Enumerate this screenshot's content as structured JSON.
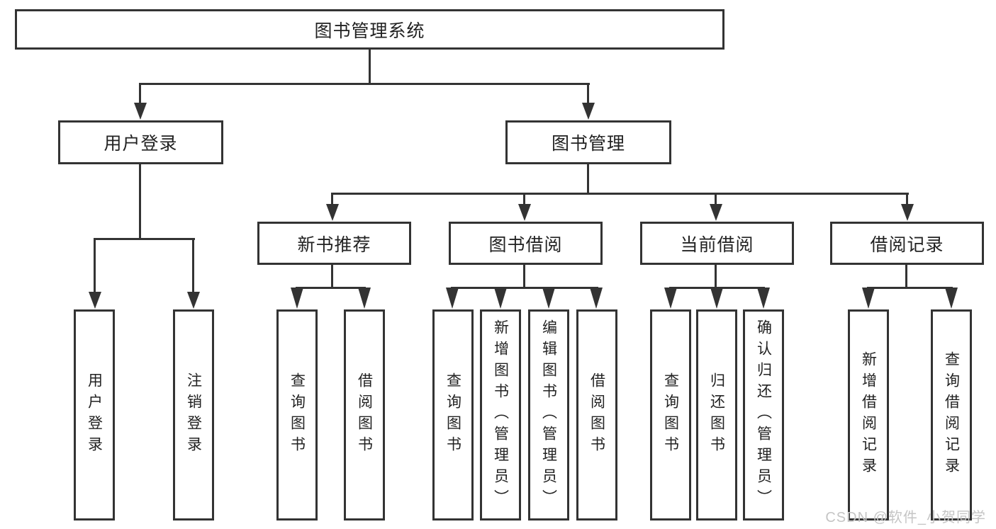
{
  "diagram": {
    "title_hint": "functional structure chart",
    "colors": {
      "line": "#333333",
      "text": "#222222",
      "watermark": "#c5c5c5",
      "background": "#ffffff"
    },
    "root": {
      "label": "图书管理系统"
    },
    "branches": [
      {
        "label": "用户登录",
        "children": [
          {
            "label": "用户登录"
          },
          {
            "label": "注销登录"
          }
        ]
      },
      {
        "label": "图书管理",
        "children": [
          {
            "label": "新书推荐",
            "children": [
              {
                "label": "查询图书"
              },
              {
                "label": "借阅图书"
              }
            ]
          },
          {
            "label": "图书借阅",
            "children": [
              {
                "label": "查询图书"
              },
              {
                "label": "新增图书（管理员）"
              },
              {
                "label": "编辑图书（管理员）"
              },
              {
                "label": "借阅图书"
              }
            ]
          },
          {
            "label": "当前借阅",
            "children": [
              {
                "label": "查询图书"
              },
              {
                "label": "归还图书"
              },
              {
                "label": "确认归还（管理员）"
              }
            ]
          },
          {
            "label": "借阅记录",
            "children": [
              {
                "label": "新增借阅记录"
              },
              {
                "label": "查询借阅记录"
              }
            ]
          }
        ]
      }
    ]
  },
  "watermark": {
    "text": "CSDN @软件_小贺同学"
  }
}
